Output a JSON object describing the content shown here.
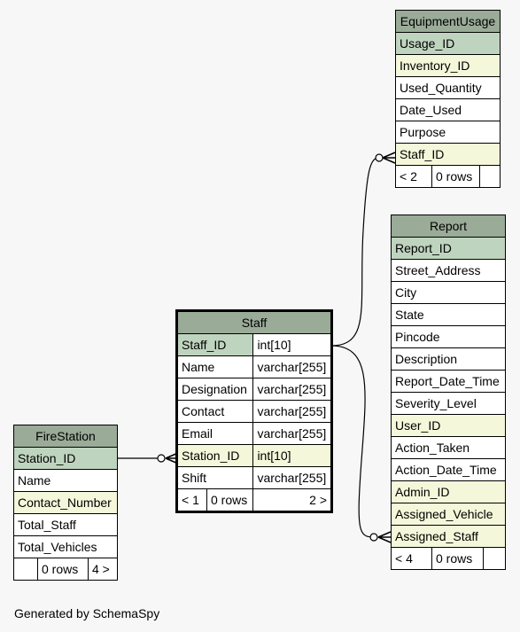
{
  "equipment_usage": {
    "title": "EquipmentUsage",
    "columns": [
      "Usage_ID",
      "Inventory_ID",
      "Used_Quantity",
      "Date_Used",
      "Purpose",
      "Staff_ID"
    ],
    "footer": {
      "nav_left": "< 2",
      "rows": "0 rows"
    }
  },
  "report": {
    "title": "Report",
    "columns": [
      "Report_ID",
      "Street_Address",
      "City",
      "State",
      "Pincode",
      "Description",
      "Report_Date_Time",
      "Severity_Level",
      "User_ID",
      "Action_Taken",
      "Action_Date_Time",
      "Admin_ID",
      "Assigned_Vehicle",
      "Assigned_Staff"
    ],
    "footer": {
      "nav_left": "< 4",
      "rows": "0 rows"
    }
  },
  "staff": {
    "title": "Staff",
    "columns": [
      {
        "name": "Staff_ID",
        "type": "int[10]"
      },
      {
        "name": "Name",
        "type": "varchar[255]"
      },
      {
        "name": "Designation",
        "type": "varchar[255]"
      },
      {
        "name": "Contact",
        "type": "varchar[255]"
      },
      {
        "name": "Email",
        "type": "varchar[255]"
      },
      {
        "name": "Station_ID",
        "type": "int[10]"
      },
      {
        "name": "Shift",
        "type": "varchar[255]"
      }
    ],
    "footer": {
      "nav_left": "< 1",
      "rows": "0 rows",
      "nav_right": "2 >"
    }
  },
  "fire_station": {
    "title": "FireStation",
    "columns": [
      "Station_ID",
      "Name",
      "Contact_Number",
      "Total_Staff",
      "Total_Vehicles"
    ],
    "footer": {
      "rows": "0 rows",
      "nav_right": "4 >"
    }
  },
  "footer_text": "Generated by SchemaSpy",
  "colors": {
    "header": "#9aab98",
    "primary_key": "#bfd4bf",
    "foreign_key": "#f4f7d9",
    "background": "#f7f7f7"
  }
}
